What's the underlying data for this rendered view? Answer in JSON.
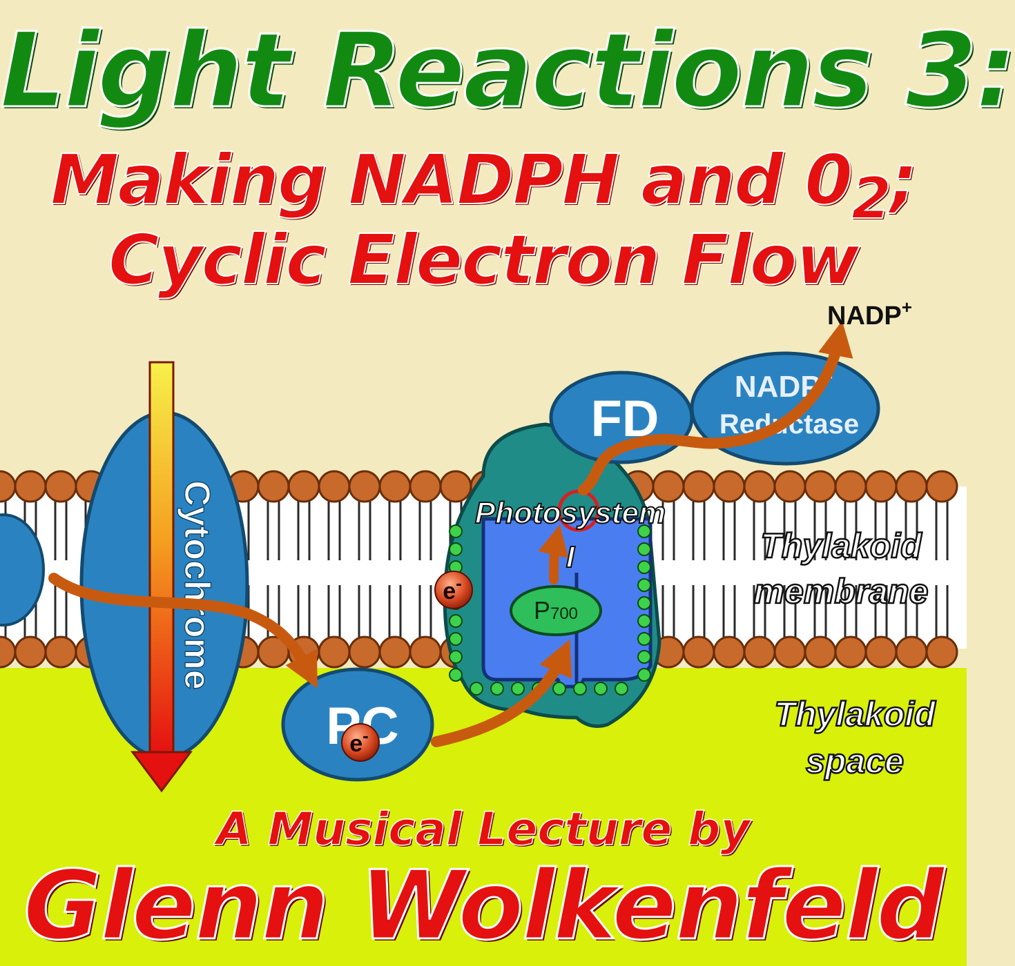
{
  "title": "Light Reactions 3:",
  "subtitle_line1": "Making NADPH and 0",
  "subtitle_line1_sub": "2",
  "subtitle_line1_end": ";",
  "subtitle_line2": "Cyclic Electron Flow",
  "diagram": {
    "nadp_top_label": "NADP",
    "nadp_top_sup": "+",
    "fd_label": "FD",
    "reductase_line1": "NADP",
    "reductase_line1_sup": "+",
    "reductase_line2": "Reductase",
    "cytochrome_label": "Cytochrome",
    "photosystem_label": "Photosystem",
    "photosystem_numeral": "I",
    "p700_label": "P",
    "p700_sub": "700",
    "pc_label": "PC",
    "electron_label": "e",
    "electron_sup": "-",
    "membrane_label_line1": "Thylakoid",
    "membrane_label_line2": "membrane",
    "space_label_line1": "Thylakoid",
    "space_label_line2": "space"
  },
  "credit_line1": "A Musical Lecture by",
  "credit_line2": "Glenn Wolkenfeld",
  "colors": {
    "background": "#f3ebbf",
    "thylakoid_space": "#d8f00a",
    "title_green": "#128a12",
    "title_red": "#e51010",
    "protein_blue": "#2a83c0",
    "photosystem_blue": "#4a7ef0",
    "photosystem_teal": "#1f8c88",
    "lipid_head": "#c86a2c",
    "flow_arrow": "#c85a10",
    "p700_green": "#2ebf5a"
  }
}
